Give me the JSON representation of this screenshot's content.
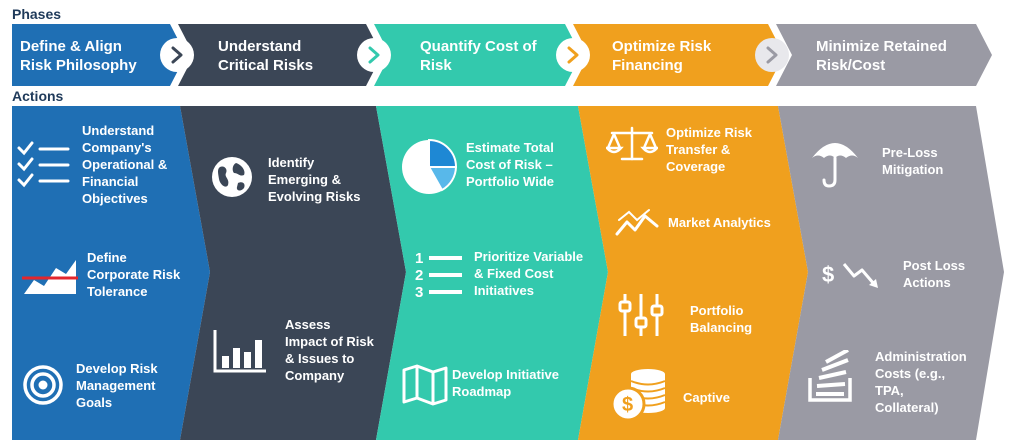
{
  "phases_label": "Phases",
  "actions_label": "Actions",
  "colors": {
    "blue": "#1f6fb4",
    "dark": "#3b4656",
    "teal": "#33c9ad",
    "orange": "#f0a01e",
    "gray": "#9a9aa4"
  },
  "phases": [
    {
      "label": "Define & Align\nRisk Philosophy"
    },
    {
      "label": "Understand\nCritical Risks"
    },
    {
      "label": "Quantify Cost of\nRisk"
    },
    {
      "label": "Optimize Risk\nFinancing"
    },
    {
      "label": "Minimize Retained\nRisk/Cost"
    }
  ],
  "actions": [
    [
      {
        "label": "Understand\nCompany's\nOperational &\nFinancial\nObjectives",
        "icon": "checklist-icon"
      },
      {
        "label": "Define\nCorporate Risk\nTolerance",
        "icon": "risk-tolerance-chart-icon"
      },
      {
        "label": "Develop Risk\nManagement\nGoals",
        "icon": "target-icon"
      }
    ],
    [
      {
        "label": "Identify\nEmerging &\nEvolving Risks",
        "icon": "globe-icon"
      },
      {
        "label": "Assess\nImpact of Risk\n& Issues to\nCompany",
        "icon": "bar-chart-icon"
      }
    ],
    [
      {
        "label": "Estimate Total\nCost of Risk –\nPortfolio Wide",
        "icon": "pie-chart-icon"
      },
      {
        "label": "Prioritize Variable\n& Fixed Cost\nInitiatives",
        "icon": "numbered-list-icon"
      },
      {
        "label": "Develop Initiative\nRoadmap",
        "icon": "map-icon"
      }
    ],
    [
      {
        "label": "Optimize Risk\nTransfer &\nCoverage",
        "icon": "scales-icon"
      },
      {
        "label": "Market Analytics",
        "icon": "trend-line-icon"
      },
      {
        "label": "Portfolio\nBalancing",
        "icon": "sliders-icon"
      },
      {
        "label": "Captive",
        "icon": "coin-stack-icon"
      }
    ],
    [
      {
        "label": "Pre-Loss\nMitigation",
        "icon": "umbrella-icon"
      },
      {
        "label": "Post Loss\nActions",
        "icon": "dollar-down-icon"
      },
      {
        "label": "Administration\nCosts (e.g.,\nTPA,\nCollateral)",
        "icon": "paper-stack-icon"
      }
    ]
  ]
}
